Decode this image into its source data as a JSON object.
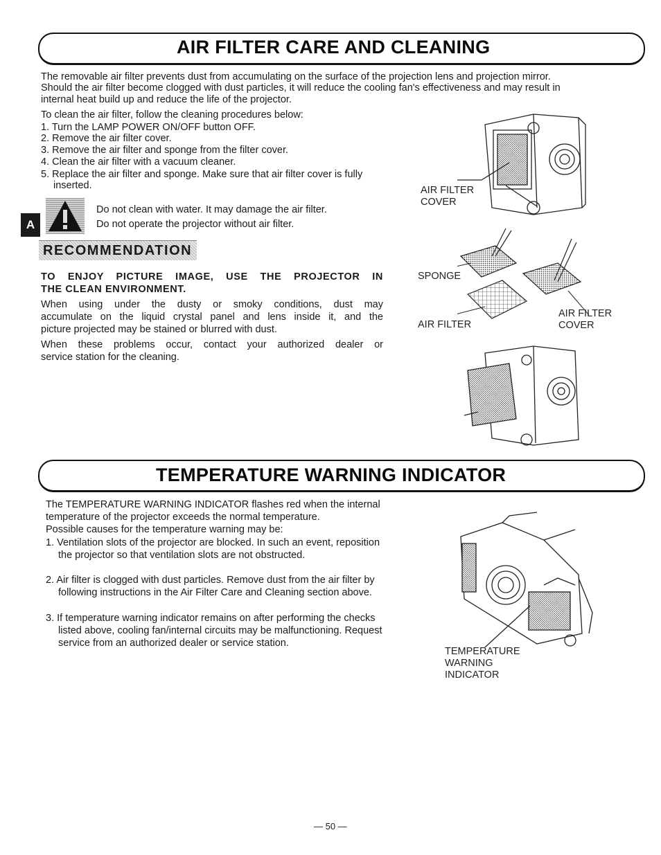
{
  "section1": {
    "title": "AIR FILTER CARE AND CLEANING",
    "intro": [
      "The removable air filter prevents dust from accumulating on the surface of the projection lens and projection mirror.",
      "Should the air filter become clogged with dust particles, it will reduce the cooling fan's effectiveness and may result in",
      "internal heat build up and reduce the life of the projector."
    ],
    "steps_intro": "To clean the air filter, follow the cleaning procedures below:",
    "steps": [
      "1. Turn the LAMP POWER ON/OFF button OFF.",
      "2. Remove the air filter cover.",
      "3. Remove the air filter and sponge from the filter cover.",
      "4. Clean the air filter with a vacuum cleaner.",
      "5. Replace the air filter and sponge. Make sure that air filter cover is fully",
      "inserted."
    ],
    "side_tab": "A",
    "cautions": [
      "Do not clean with water. It may damage the air filter.",
      "Do not operate the projector without air filter."
    ],
    "recommendation_badge": "RECOMMENDATION",
    "recommendation_heading": [
      "TO ENJOY PICTURE IMAGE, USE THE PROJECTOR IN",
      "THE CLEAN ENVIRONMENT."
    ],
    "recommendation_body": [
      "When using under the dusty or smoky conditions, dust may",
      "accumulate on the liquid crystal panel and lens inside it, and the",
      "picture projected may be stained or blurred with dust.",
      "When these problems occur, contact your authorized dealer or",
      "service station for the cleaning."
    ],
    "figure_labels": {
      "air_filter_cover_1": "AIR FILTER",
      "air_filter_cover_2": "COVER",
      "sponge": "SPONGE",
      "air_filter": "AIR FILTER",
      "air_filter_cover_b1": "AIR FILTER",
      "air_filter_cover_b2": "COVER"
    }
  },
  "section2": {
    "title": "TEMPERATURE WARNING INDICATOR",
    "intro": [
      "The TEMPERATURE WARNING INDICATOR flashes red when the internal",
      "temperature of the projector exceeds the normal temperature.",
      "Possible causes for the temperature warning may be:"
    ],
    "causes": [
      [
        "1. Ventilation slots of the projector are blocked. In such an event, reposition",
        "the projector so that ventilation slots are not obstructed."
      ],
      [
        "2. Air filter is clogged with dust particles. Remove dust from the air filter by",
        "following instructions in the Air Filter Care  and Cleaning section above."
      ],
      [
        "3. If temperature warning indicator remains on after performing the checks",
        "listed above, cooling fan/internal circuits  may be malfunctioning. Request",
        "service from an authorized dealer or service station."
      ]
    ],
    "figure_labels": [
      "TEMPERATURE",
      "WARNING",
      "INDICATOR"
    ]
  },
  "footer": {
    "page_number": "— 50 —"
  }
}
